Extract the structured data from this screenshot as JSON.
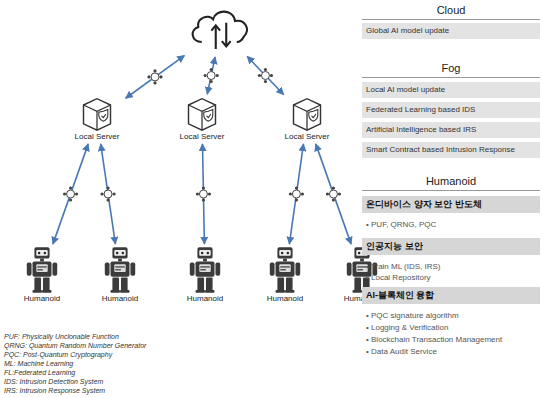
{
  "diagram": {
    "nodes": [
      {
        "text": []
      },
      {
        "text": [
          "Local Server"
        ]
      },
      {
        "text": [
          "Local Server"
        ]
      },
      {
        "text": [
          "Local Server"
        ]
      },
      {
        "text": [
          "Humanoid"
        ]
      },
      {
        "text": [
          "Humanoid"
        ]
      },
      {
        "text": [
          "Humanoid"
        ]
      },
      {
        "text": [
          "Humanoid"
        ]
      },
      {
        "text": [
          "Humanoid"
        ]
      },
      {
        "text": [
          "Global AI model update"
        ]
      },
      {
        "text": [
          "Local AI model update"
        ]
      },
      {
        "text": [
          "Federated Learning based IDS"
        ]
      },
      {
        "text": [
          "Artificial Intelligence based IRS"
        ]
      },
      {
        "text": [
          "Smart Contract based Intrusion Response"
        ]
      },
      {
        "text": [
          "온디바이스 양자 보안 반도체"
        ]
      },
      {
        "text": [
          "인공지능 보안"
        ]
      },
      {
        "text": [
          "AI-블록체인 융합"
        ]
      }
    ],
    "edges": [
      {
        "from": 0,
        "to": 1,
        "arrow": "both"
      },
      {
        "from": 0,
        "to": 2,
        "arrow": "both"
      },
      {
        "from": 0,
        "to": 3,
        "arrow": "both"
      },
      {
        "from": 1,
        "to": 4,
        "arrow": "both"
      },
      {
        "from": 1,
        "to": 5,
        "arrow": "both"
      },
      {
        "from": 2,
        "to": 6,
        "arrow": "both"
      },
      {
        "from": 3,
        "to": 7,
        "arrow": "both"
      },
      {
        "from": 3,
        "to": 8,
        "arrow": "both"
      }
    ],
    "labels": [
      "Cloud",
      "Fog",
      "Humanoid",
      "• PUF, QRNG, PQC",
      "• Train ML (IDS, IRS)",
      "• Local Repository",
      "• PQC signature algorithm",
      "• Logging & Verification",
      "• Blockchain Transaction Management",
      "• Data Audit Service",
      "PUF: Physically Unclonable Function",
      "QRNG: Quantum Random Number Generator",
      "PQC: Post-Quantum Cryptography",
      "ML: Machine Learning",
      "FL:Federated Learning",
      "IDS: Intrusion Detection System",
      "IRS: Intrusion Response System"
    ]
  }
}
